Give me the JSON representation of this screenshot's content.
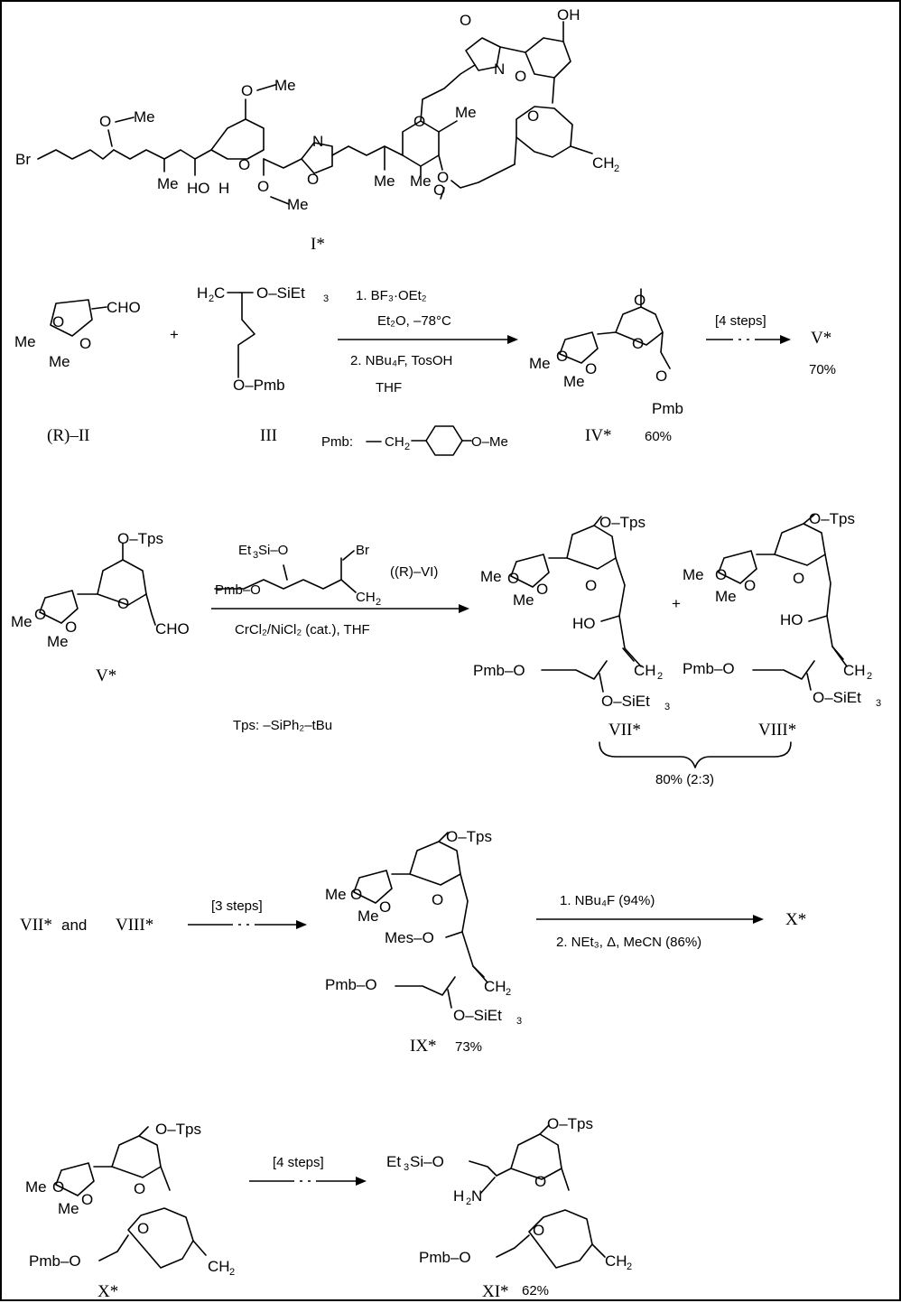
{
  "compounds": {
    "c1": "I*",
    "c2": "(R)–II",
    "c3": "III",
    "c4": "IV*",
    "c5": "V*",
    "c7": "VII*",
    "c8": "VIII*",
    "c9": "IX*",
    "c10": "X*",
    "c11": "XI*"
  },
  "yields": {
    "iv": "60%",
    "v": "70%",
    "vii_viii": "80% (2:3)",
    "ix": "73%",
    "xi": "62%"
  },
  "reagents": {
    "r1_line1": "1. BF₃·OEt₂",
    "r1_line2": "Et₂O,  –78°C",
    "r1_line3": "2. NBu₄F, TosOH",
    "r1_line4": "THF",
    "r2": "[4 steps]",
    "r3_label": "((R)–VI)",
    "r3_cond": "CrCl₂/NiCl₂ (cat.),  THF",
    "r4": "[3 steps]",
    "r5_line1": "1. NBu₄F   (94%)",
    "r5_line2": "2. NEt₃, Δ,  MeCN   (86%)",
    "r6": "[4 steps]"
  },
  "definitions": {
    "pmb": "Pmb:",
    "tps": "Tps: –SiPh₂–tBu"
  },
  "misc": {
    "plus1": "+",
    "plus2": "+",
    "and": "and",
    "seq1": "VII*",
    "seq2": "VIII*"
  }
}
